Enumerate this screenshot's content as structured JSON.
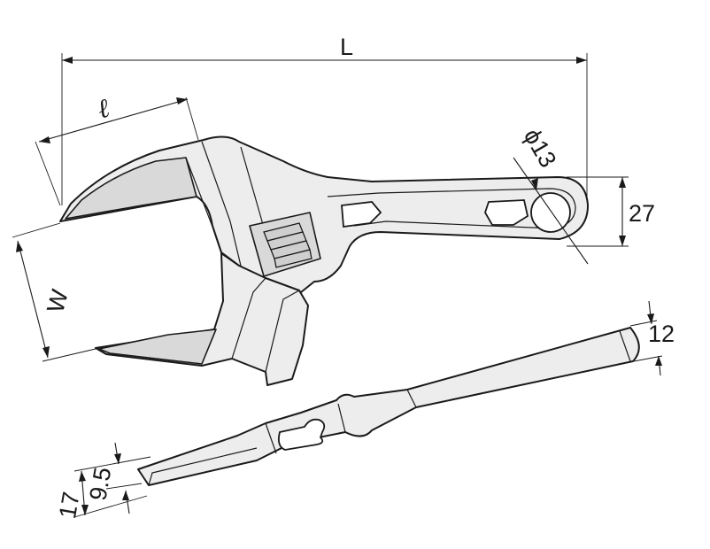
{
  "dimensions": {
    "L": "L",
    "l": "ℓ",
    "W": "W",
    "phi13": "ϕ13",
    "d27": "27",
    "d12": "12",
    "d95": "9.5",
    "d17": "17"
  },
  "colors": {
    "line": "#1a1a1a",
    "body_fill": "#ededed",
    "background": "#ffffff"
  }
}
